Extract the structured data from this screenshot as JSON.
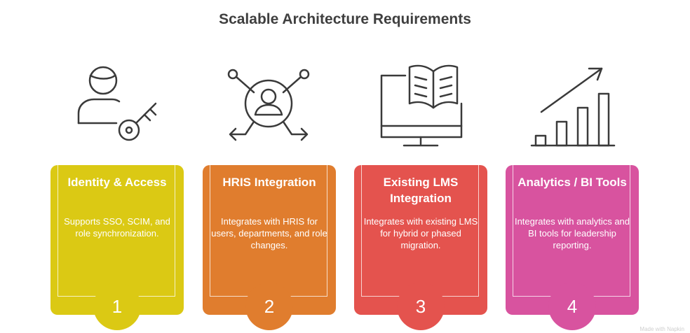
{
  "title": "Scalable Architecture Requirements",
  "colors": {
    "card1": "#DBC914",
    "card2": "#E07D2E",
    "card3": "#E4534E",
    "card4": "#D8539F",
    "icon_stroke": "#3a3a3a"
  },
  "cards": [
    {
      "number": "1",
      "title": "Identity & Access",
      "description": "Supports SSO, SCIM, and role synchronization.",
      "icon": "user-key-icon"
    },
    {
      "number": "2",
      "title": "HRIS Integration",
      "description": "Integrates with HRIS for users, departments, and role changes.",
      "icon": "user-network-icon"
    },
    {
      "number": "3",
      "title": "Existing LMS Integration",
      "description": "Integrates with existing LMS for hybrid or phased migration.",
      "icon": "monitor-book-icon"
    },
    {
      "number": "4",
      "title": "Analytics / BI Tools",
      "description": "Integrates with analytics and BI tools for leadership reporting.",
      "icon": "growth-chart-icon"
    }
  ],
  "watermark": "Made with Napkin"
}
